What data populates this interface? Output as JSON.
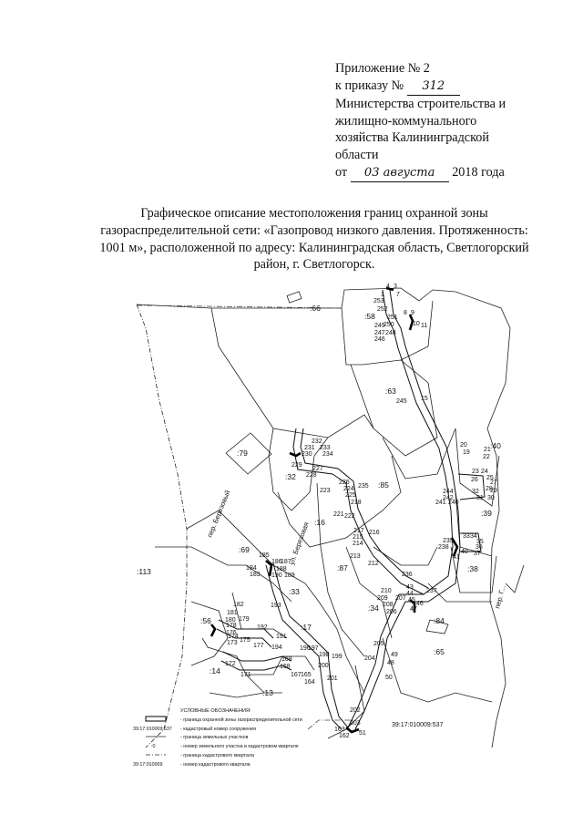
{
  "header": {
    "line1": "Приложение № 2",
    "line2_prefix": "к приказу №",
    "order_number": "312",
    "line3": "Министерства строительства и",
    "line4": "жилищно-коммунального",
    "line5": "хозяйства Калининградской",
    "line6": "области",
    "date_prefix": "от",
    "date_handwritten": "03 августа",
    "date_suffix": "2018 года"
  },
  "title": {
    "line1": "Графическое описание местоположения границ охранной зоны",
    "line2": "газораспределительной сети: «Газопровод низкого давления. Протяженность:",
    "line3": "1001 м», расположенной по адресу: Калининградская область, Светлогорский",
    "line4": "район, г. Светлогорск."
  },
  "map": {
    "streets": {
      "s1": "пер. Березовый",
      "s2": "ул. Березовая",
      "s3": "пер. Г..."
    },
    "parcels": {
      "p58": ":58",
      "p66": ":66",
      "p63": ":63",
      "p79": ":79",
      "p32": ":32",
      "p85": ":85",
      "p16": ":16",
      "p40": ":40",
      "p39": ":39",
      "p38": ":38",
      "p69": ":69",
      "p87": ":87",
      "p113": ":113",
      "p33": ":33",
      "p56": ":56",
      "p17": ":17",
      "p34": ":34",
      "p84": ":84",
      "p65": ":65",
      "p14": ":14",
      "p13": ":13"
    },
    "points": {
      "n3": "3",
      "n4": "4",
      "n7": "7",
      "n1": "1",
      "n253": "253",
      "n252": "252",
      "n251": "251",
      "n8": "8",
      "n9": "9",
      "n250": "250",
      "n10": "10",
      "n11": "11",
      "n249": "249",
      "n247": "247",
      "n248": "248",
      "n246": "246",
      "n245": "245",
      "n15": "15",
      "n232": "232",
      "n231": "231",
      "n233": "233",
      "n230": "230",
      "n234": "234",
      "n229": "229",
      "n227": "227",
      "n228": "228",
      "n226": "226",
      "n235": "235",
      "n224": "224",
      "n223": "223",
      "n225": "225",
      "n218": "218",
      "n221": "221",
      "n222": "222",
      "n217": "217",
      "n216": "216",
      "n215": "215",
      "n214": "214",
      "n213": "213",
      "n212": "212",
      "n20": "20",
      "n19": "19",
      "n21": "21",
      "n22": "22",
      "n23": "23",
      "n24": "24",
      "n25": "25",
      "n26": "26",
      "n27": "27",
      "n28": "28",
      "n29": "29",
      "n30": "30",
      "n244": "244",
      "n242": "242",
      "n241": "241",
      "n240": "240",
      "n32": "32",
      "n31": "31",
      "n33": "33",
      "n34": "34",
      "n35": "35",
      "n36": "36",
      "n239": "239",
      "n238": "238",
      "n37": "37",
      "n40": "40",
      "n41": "41",
      "n185": "185",
      "n186": "186",
      "n187": "187",
      "n184": "184",
      "n188": "188",
      "n183": "183",
      "n190": "190",
      "n189": "189",
      "n182": "182",
      "n181": "181",
      "n193": "193",
      "n179": "179",
      "n180": "180",
      "n192": "192",
      "n178": "178",
      "n191": "191",
      "n176": "176",
      "n177": "177",
      "n175": "175",
      "n173": "173",
      "n174": "174",
      "n194": "194",
      "n172": "172",
      "n171": "171",
      "n196": "196",
      "n197": "197",
      "n169": "169",
      "n198": "198",
      "n199": "199",
      "n168": "168",
      "n200": "200",
      "n167": "167",
      "n165": "165",
      "n164": "164",
      "n201": "201",
      "n210": "210",
      "n209": "209",
      "n208": "208",
      "n207": "207",
      "n206": "206",
      "n43": "43",
      "n44": "44",
      "n45": "45",
      "n46": "46",
      "n47": "47",
      "n205": "205",
      "n49": "49",
      "n48": "48",
      "n204": "204",
      "n50": "50",
      "n202": "202",
      "n203": "203",
      "n51": "51",
      "n163": "163",
      "n162": "162",
      "n236": "236",
      "n237": "237"
    },
    "cadastral_block": "39:17:010009:537"
  },
  "legend": {
    "title": "УСЛОВНЫЕ ОБОЗНАЧЕНИЯ:",
    "items": [
      {
        "sample": "",
        "text": "- граница охранной зоны газораспределительной сети"
      },
      {
        "sample": "39:17:010009:537",
        "text": "- кадастровый номер сооружения"
      },
      {
        "sample": "",
        "text": "- граница земельных участков"
      },
      {
        "sample": ":0",
        "text": "- номер земельного участка в кадастровом квартале"
      },
      {
        "sample": "",
        "text": "- граница кадастрового квартала"
      },
      {
        "sample": "39:17:010009",
        "text": "- номер кадастрового квартала"
      }
    ]
  }
}
